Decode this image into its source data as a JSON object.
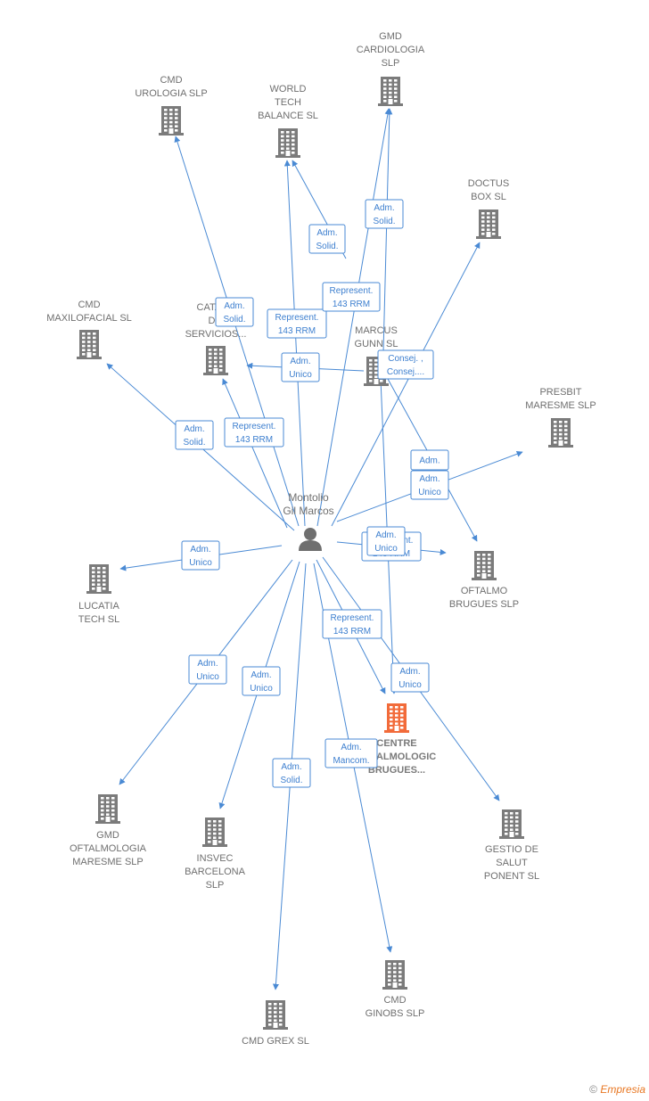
{
  "colors": {
    "edge": "#4a8ad4",
    "building": "#7b7b7b",
    "focus_building": "#f26b3a",
    "label": "#6f6f6f"
  },
  "person": {
    "lines": [
      "Montolio",
      "Gil Marcos"
    ],
    "icon": "person-icon"
  },
  "companies": [
    {
      "id": "gmd_cardiologia",
      "lines": [
        "GMD",
        "CARDIOLOGIA",
        "SLP"
      ]
    },
    {
      "id": "cmd_urologia",
      "lines": [
        "CMD",
        "UROLOGIA SLP"
      ]
    },
    {
      "id": "world_tech",
      "lines": [
        "WORLD",
        "TECH",
        "BALANCE  SL"
      ]
    },
    {
      "id": "doctus_box",
      "lines": [
        "DOCTUS",
        "BOX  SL"
      ]
    },
    {
      "id": "cmd_maxilofacial",
      "lines": [
        "CMD",
        "MAXILOFACIAL SL"
      ]
    },
    {
      "id": "catalana_servicios",
      "lines": [
        "CATAL...",
        "D...",
        "SERVICIOS..."
      ]
    },
    {
      "id": "marcus_gunn",
      "lines": [
        "MARCUS",
        "GUNN SL"
      ]
    },
    {
      "id": "presbit_maresme",
      "lines": [
        "PRESBIT",
        "MARESME  SLP"
      ]
    },
    {
      "id": "oftalmo_brugues",
      "lines": [
        "OFTALMO",
        "BRUGUES  SLP"
      ]
    },
    {
      "id": "lucatia_tech",
      "lines": [
        "LUCATIA",
        "TECH  SL"
      ]
    },
    {
      "id": "centre_oftalmologic",
      "lines": [
        "CENTRE",
        "OFTALMOLOGIC",
        "BRUGUES..."
      ],
      "focus": true
    },
    {
      "id": "gmd_oftalmologia",
      "lines": [
        "GMD",
        "OFTALMOLOGIA",
        "MARESME SLP"
      ]
    },
    {
      "id": "insvec_barcelona",
      "lines": [
        "INSVEC",
        "BARCELONA",
        "SLP"
      ]
    },
    {
      "id": "gestio_salut",
      "lines": [
        "GESTIO DE",
        "SALUT",
        "PONENT  SL"
      ]
    },
    {
      "id": "cmd_ginobs",
      "lines": [
        "CMD",
        "GINOBS SLP"
      ]
    },
    {
      "id": "cmd_grex",
      "lines": [
        "CMD GREX SL"
      ]
    }
  ],
  "edge_labels": {
    "adm_solid": [
      "Adm.",
      "Solid."
    ],
    "represent": [
      "Represent.",
      "143 RRM"
    ],
    "adm_unico": [
      "Adm.",
      "Unico"
    ],
    "consej": [
      "Consej. ,",
      "Consej...."
    ],
    "adm": [
      "Adm."
    ],
    "adm_mancom": [
      "Adm.",
      "Mancom."
    ]
  },
  "footer": {
    "copyright": "©",
    "brand": "Empresia"
  }
}
